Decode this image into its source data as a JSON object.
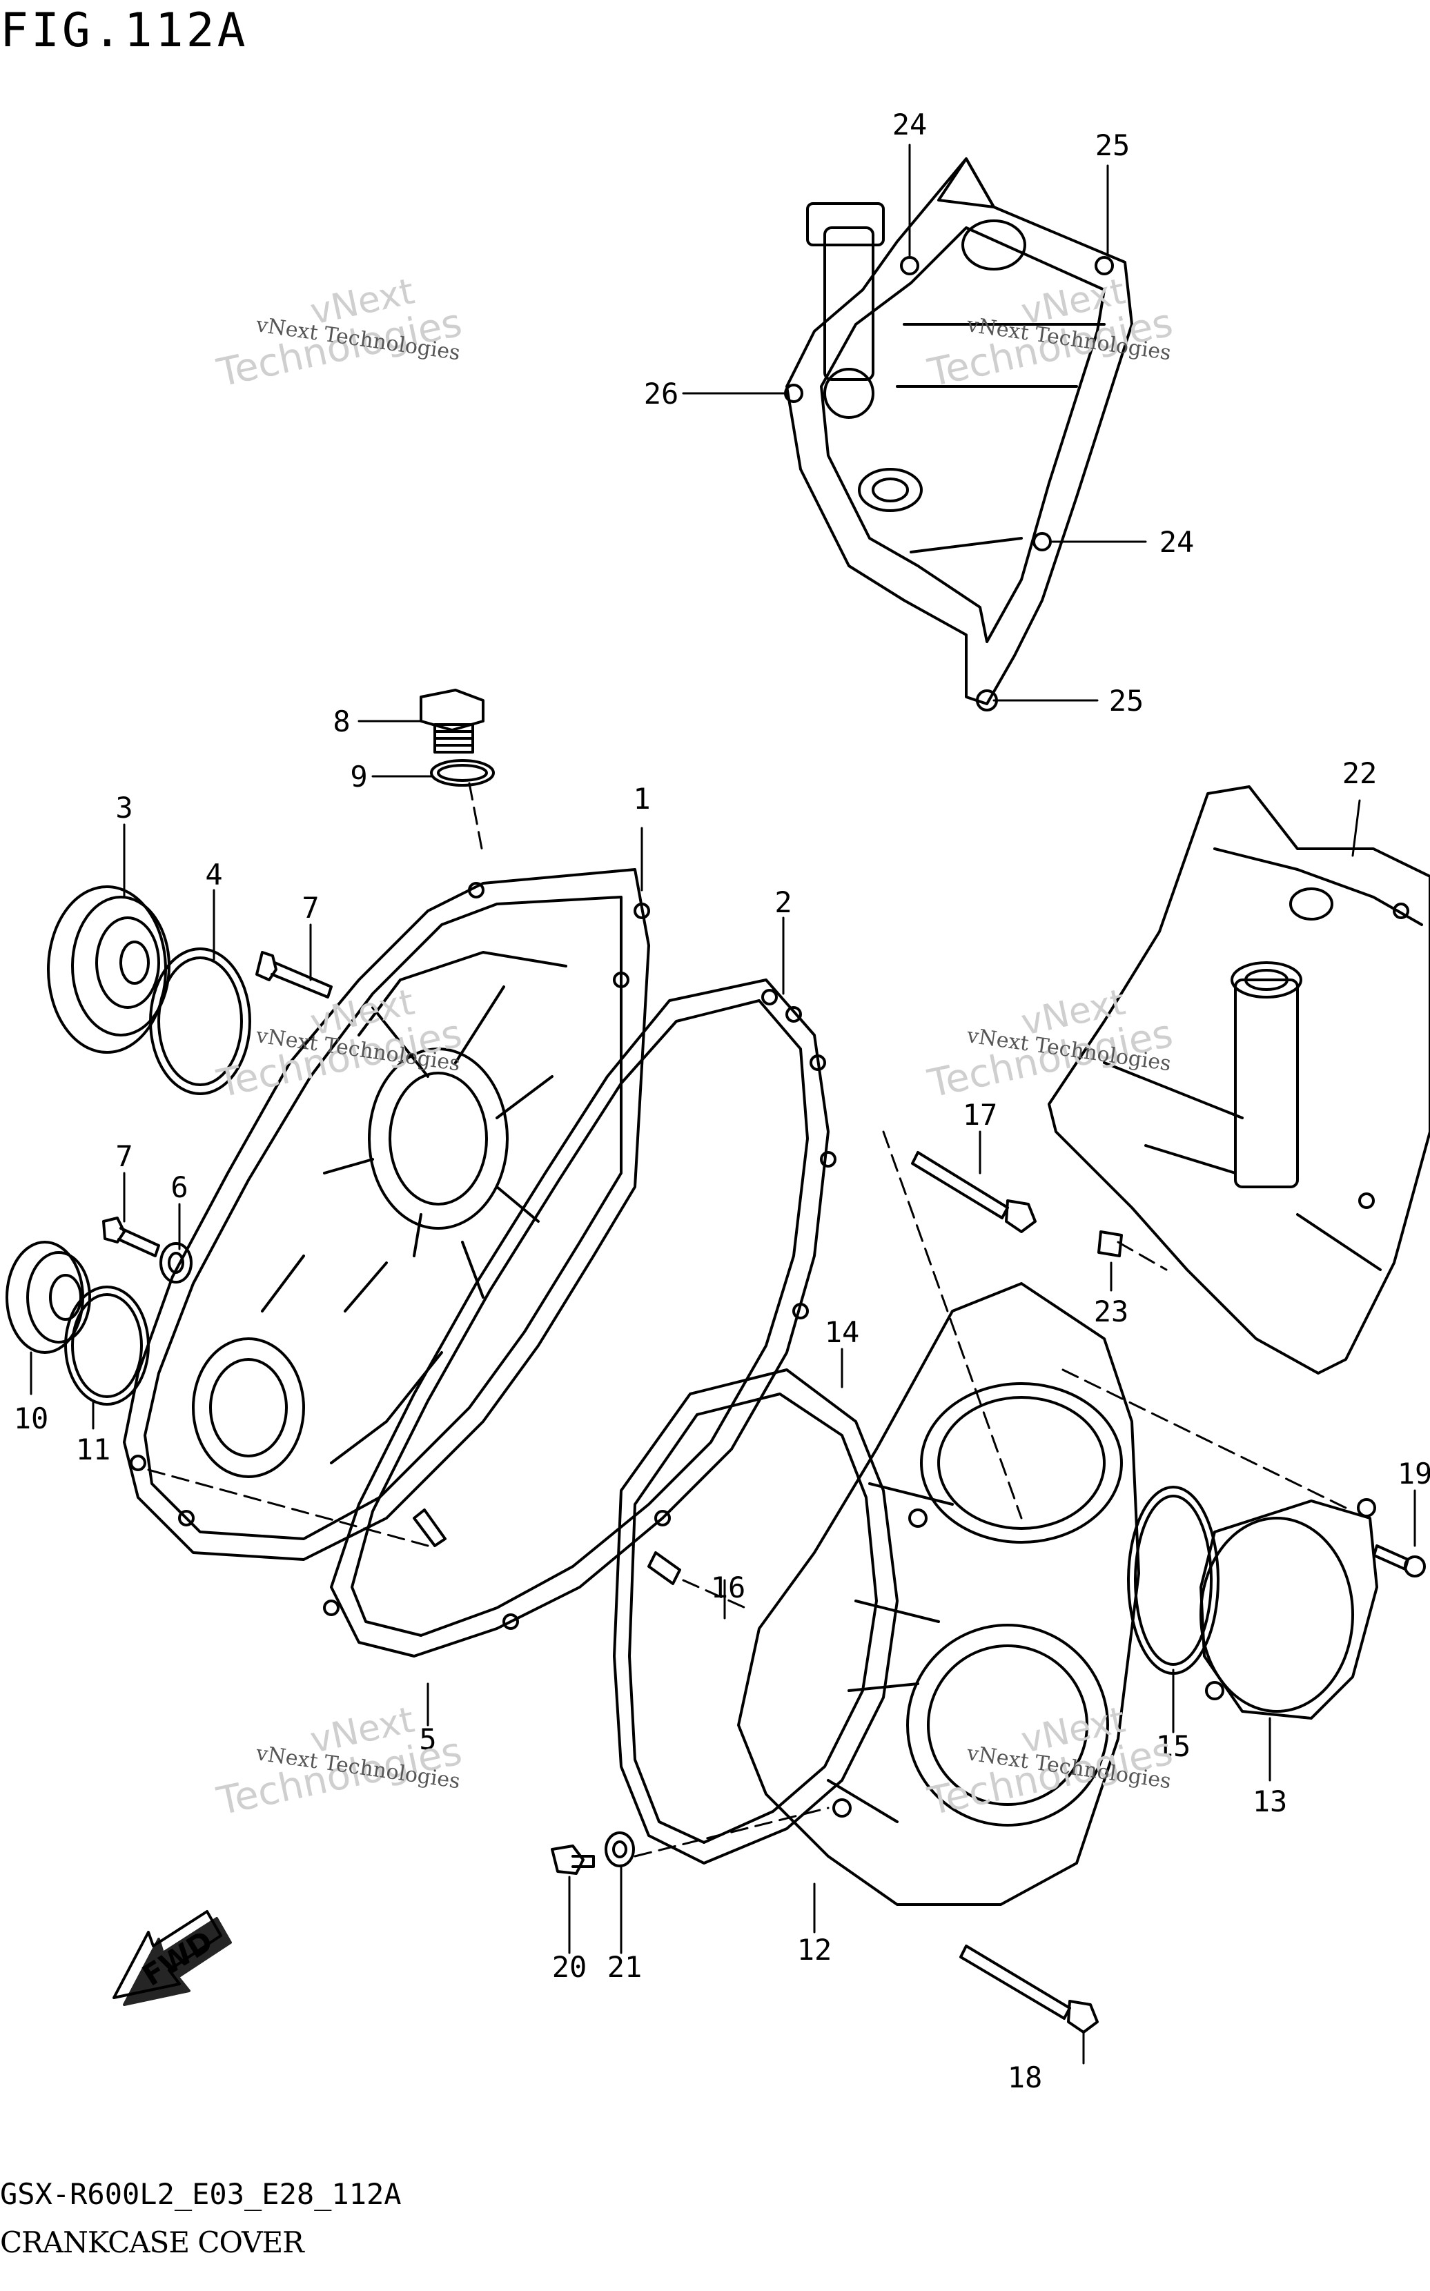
{
  "figure": {
    "title": "FIG.112A"
  },
  "footer": {
    "model_code": "GSX-R600L2_E03_E28_112A",
    "section_title": "CRANKCASE COVER"
  },
  "watermark": {
    "line1": "vNext",
    "line2": "Technologies",
    "small": "vNext Technologies"
  },
  "direction_label": "FWD",
  "callouts": [
    "1",
    "2",
    "3",
    "4",
    "5",
    "6",
    "7",
    "7",
    "8",
    "9",
    "10",
    "11",
    "12",
    "13",
    "14",
    "15",
    "16",
    "17",
    "18",
    "19",
    "20",
    "21",
    "22",
    "23",
    "24",
    "24",
    "25",
    "25",
    "26"
  ]
}
